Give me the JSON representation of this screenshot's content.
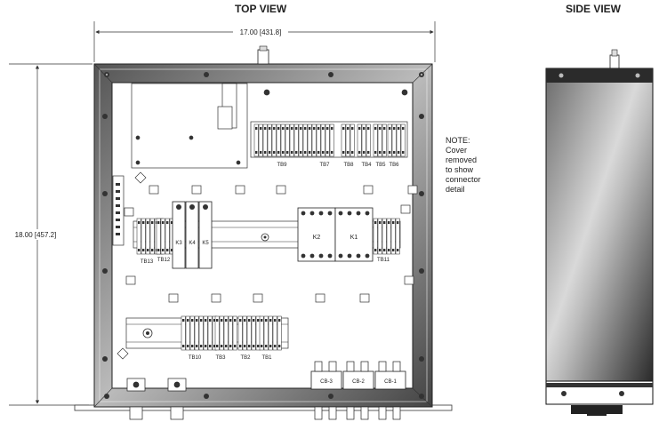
{
  "titles": {
    "top_view": "TOP VIEW",
    "side_view": "SIDE VIEW"
  },
  "dimensions": {
    "width": "17.00 [431.8]",
    "height": "18.00 [457.2]"
  },
  "note": {
    "heading": "NOTE:",
    "lines": [
      "Cover",
      "removed",
      "to show",
      "connector",
      "detail"
    ]
  },
  "terminal_blocks": {
    "tb9": "TB9",
    "tb7": "TB7",
    "tb8": "TB8",
    "tb4": "TB4",
    "tb5": "TB5",
    "tb6": "TB6",
    "tb13": "TB13",
    "tb12": "TB12",
    "tb11": "TB11",
    "tb10": "TB10",
    "tb3": "TB3",
    "tb2": "TB2",
    "tb1": "TB1"
  },
  "relays": {
    "k1": "K1",
    "k2": "K2",
    "k3": "K3",
    "k4": "K4",
    "k5": "K5"
  },
  "breakers": {
    "cb1": "CB-1",
    "cb2": "CB-2",
    "cb3": "CB-3"
  }
}
